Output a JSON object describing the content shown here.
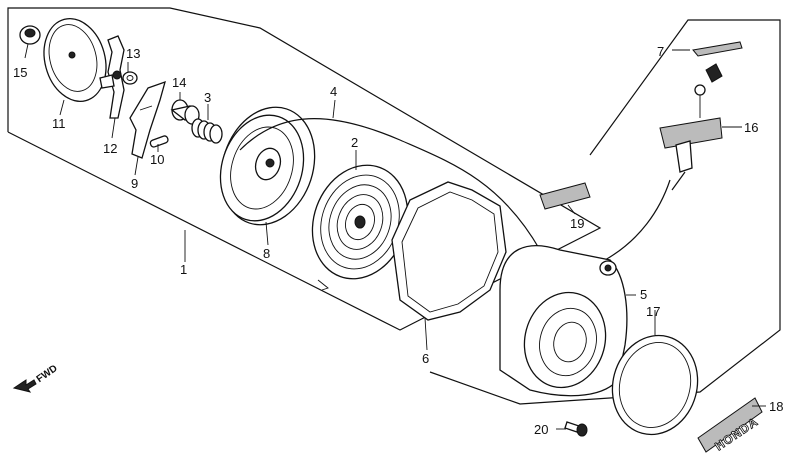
{
  "diagram": {
    "direction_indicator": "FWD",
    "logo_text": "HONDA",
    "parts": [
      {
        "number": "1"
      },
      {
        "number": "2"
      },
      {
        "number": "3"
      },
      {
        "number": "4"
      },
      {
        "number": "5"
      },
      {
        "number": "6"
      },
      {
        "number": "7"
      },
      {
        "number": "8"
      },
      {
        "number": "9"
      },
      {
        "number": "10"
      },
      {
        "number": "11"
      },
      {
        "number": "12"
      },
      {
        "number": "13"
      },
      {
        "number": "14"
      },
      {
        "number": "15"
      },
      {
        "number": "16"
      },
      {
        "number": "17"
      },
      {
        "number": "18"
      },
      {
        "number": "19"
      },
      {
        "number": "20"
      }
    ]
  }
}
